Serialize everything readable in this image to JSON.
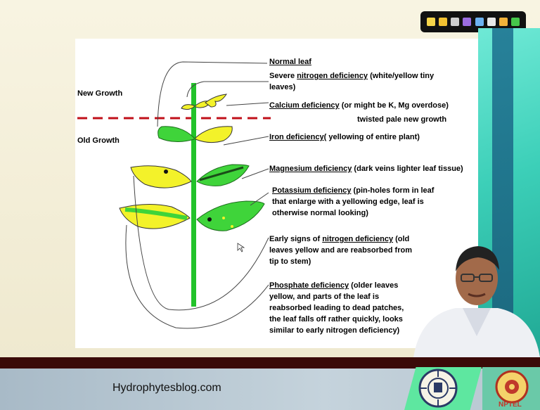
{
  "labels": {
    "new_growth": "New Growth",
    "old_growth": "Old Growth",
    "normal_leaf": "Normal leaf",
    "severe_pre": "Severe ",
    "severe_u": "nitrogen deficiency",
    "severe_post": " (white/yellow tiny",
    "severe_line2": "leaves)",
    "calcium_u": "Calcium deficiency",
    "calcium_post": " (or might be K, Mg overdose)",
    "calcium_line2": "twisted pale new growth",
    "iron_u": "Iron deficiency",
    "iron_post": "( yellowing of entire plant)",
    "magnesium_u": "Magnesium deficiency",
    "magnesium_post": " (dark veins lighter leaf tissue)",
    "potassium_u": "Potassium deficiency",
    "potassium_post": " (pin-holes form in leaf",
    "potassium_line2": "that enlarge with a yellowing edge, leaf is",
    "potassium_line3": "otherwise normal looking)",
    "early_pre": "Early signs of ",
    "early_u": "nitrogen deficiency",
    "early_post": " (old",
    "early_line2": "leaves yellow and are reabsorbed from",
    "early_line3": "tip to stem)",
    "phosphate_u": "Phosphate deficiency",
    "phosphate_post": " (older leaves",
    "phosphate_line2": "yellow, and parts of the leaf is",
    "phosphate_line3": "reabsorbed leading to dead patches,",
    "phosphate_line4": "the leaf falls off rather quickly, looks",
    "phosphate_line5": "similar to early nitrogen deficiency)"
  },
  "footer": {
    "site": "Hydrophytesblog.com",
    "nptel": "NPTEL"
  },
  "toolbar": {
    "icons": [
      "pointer-icon",
      "highlighter-icon",
      "eraser-icon",
      "pen-icon",
      "marker-icon",
      "clear-icon",
      "pencil-icon",
      "brush-icon"
    ]
  },
  "colors": {
    "leaf_green": "#3fd43a",
    "leaf_yellow": "#f3f22a",
    "dashed_line": "#c0101a",
    "stem": "#22c32a"
  }
}
